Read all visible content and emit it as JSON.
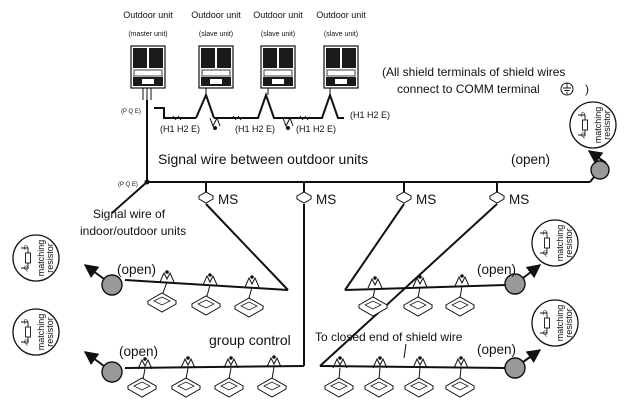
{
  "outdoor_units": [
    {
      "title": "Outdoor unit",
      "subtitle": "(master unit)"
    },
    {
      "title": "Outdoor unit",
      "subtitle": "(slave unit)"
    },
    {
      "title": "Outdoor unit",
      "subtitle": "(slave unit)"
    },
    {
      "title": "Outdoor unit",
      "subtitle": "(slave unit)"
    }
  ],
  "notes": {
    "shield_line1": "(All shield terminals of shield wires",
    "shield_line2": "connect to COMM terminal",
    "shield_close": ")"
  },
  "terminals": {
    "pqe_top": "(P Q E)",
    "pqe_mid": "(P Q E)",
    "h1h2e": "(H1 H2 E)"
  },
  "labels": {
    "signal_outdoor": "Signal wire between outdoor units",
    "signal_indoor_1": "Signal wire of",
    "signal_indoor_2": "indoor/outdoor units",
    "ms": "MS",
    "open": "(open)",
    "group_control": "group control",
    "closed_end": "To closed end of shield wire"
  },
  "resistor": {
    "line1": "matching",
    "line2": "resistor",
    "p": "P",
    "q": "Q"
  },
  "colors": {
    "line": "#111111",
    "open_fill": "#999999",
    "unit_dark": "#1a1a1a"
  }
}
